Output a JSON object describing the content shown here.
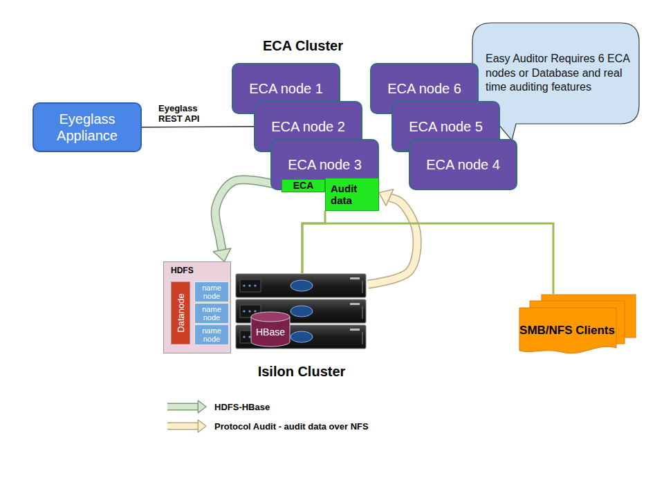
{
  "diagram": {
    "title": "ECA Cluster",
    "nodes": [
      {
        "text": [
          "Easy Auditor Requires 6 ECA nodes or Database and real time auditing features"
        ]
      },
      {
        "text": [
          "ECA node 1"
        ]
      },
      {
        "text": [
          "ECA node 6"
        ]
      },
      {
        "text": [
          "Eyeglass Appliance"
        ]
      },
      {
        "text": [
          "ECA node 2"
        ]
      },
      {
        "text": [
          "ECA node 5"
        ]
      },
      {
        "text": [
          "ECA node 3"
        ]
      },
      {
        "text": [
          "ECA"
        ],
        "in": 6
      },
      {
        "text": [
          "ECA node 4"
        ]
      },
      {
        "text": [
          "Audit data"
        ]
      },
      {
        "text": [
          "HDFS"
        ]
      },
      {
        "text": [
          "Datanode"
        ],
        "in": 10
      },
      {
        "text": [
          "name node"
        ],
        "in": 10
      },
      {
        "text": [
          "name node"
        ],
        "in": 10
      },
      {
        "text": [
          "name node"
        ],
        "in": 10
      },
      {
        "text": [
          "Isilon Cluster"
        ]
      },
      {
        "text": [
          "HBase"
        ],
        "in": 15
      },
      {
        "text": [
          "SMB/NFS Clients"
        ]
      }
    ],
    "edges": [
      {
        "from": 3,
        "to": 4,
        "label": "Eyeglass REST API",
        "arrow": "none"
      },
      {
        "from": 7,
        "to": 10,
        "arrow": "to"
      },
      {
        "from": 15,
        "to": 9,
        "arrow": "to"
      },
      {
        "from": 9,
        "to": 15,
        "arrow": "none"
      },
      {
        "from": 17,
        "to": 15,
        "arrow": "none"
      }
    ],
    "legend": [
      {
        "text": "HDFS-HBase"
      },
      {
        "text": "Protocol Audit - audit data over NFS"
      }
    ]
  }
}
